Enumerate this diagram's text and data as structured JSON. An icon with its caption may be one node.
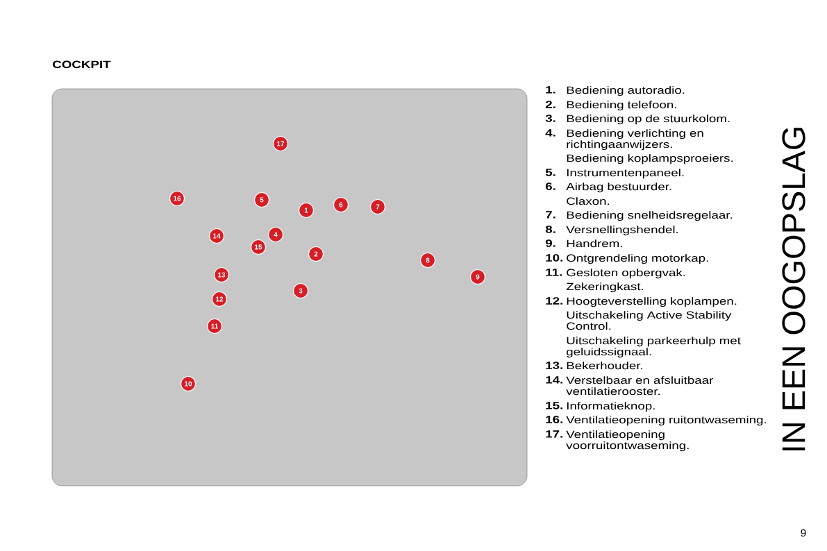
{
  "diagram": {
    "title": "COCKPIT",
    "labels": [
      "17",
      "16",
      "5",
      "1",
      "6",
      "7",
      "14",
      "4",
      "15",
      "2",
      "8",
      "13",
      "9",
      "3",
      "12",
      "11",
      "10",
      "1.",
      "Bediening autoradio.",
      "2.",
      "Bediening telefoon.",
      "3.",
      "Bediening op de stuurkolom.",
      "4.",
      "Bediening verlichting en richtingaanwijzers.",
      "Bediening koplampsproeiers.",
      "5.",
      "Instrumentenpaneel.",
      "6.",
      "Airbag bestuurder.",
      "Claxon.",
      "7.",
      "Bediening snelheidsregelaar.",
      "8.",
      "Versnellingshendel.",
      "9.",
      "Handrem.",
      "10.",
      "Ontgrendeling motorkap.",
      "11.",
      "Gesloten opbergvak.",
      "Zekeringkast.",
      "12.",
      "Hoogteverstelling koplampen.",
      "Uitschakeling Active Stability Control.",
      "Uitschakeling parkeerhulp met geluidssignaal.",
      "13.",
      "Bekerhouder.",
      "14.",
      "Verstelbaar en afsluitbaar ventilatierooster.",
      "15.",
      "Informatieknop.",
      "16.",
      "Ventilatieopening ruitontwaseming.",
      "17.",
      "Ventilatieopening voorruitontwaseming.",
      "IN EEN OOGOPSLAG",
      "9"
    ]
  }
}
